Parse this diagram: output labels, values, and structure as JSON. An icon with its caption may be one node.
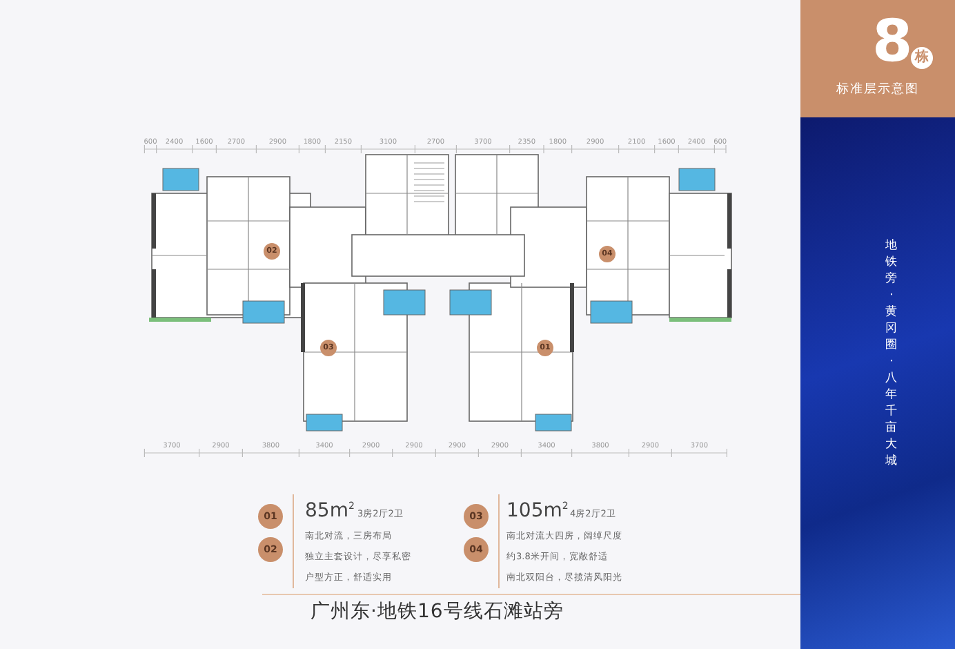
{
  "diagram": {
    "caption": "广州东·地铁16号线石滩站旁",
    "nodes": [
      {
        "text": [
          "8",
          "栋",
          "标准层示意图"
        ]
      },
      {
        "text": [
          "02"
        ]
      },
      {
        "text": [
          "03"
        ]
      },
      {
        "text": [
          "01"
        ]
      },
      {
        "text": [
          "04"
        ]
      },
      {
        "text": [
          "01"
        ]
      },
      {
        "text": [
          "02"
        ]
      },
      {
        "text": [
          "03"
        ]
      },
      {
        "text": [
          "04"
        ]
      }
    ],
    "labels": [
      "地铁旁·黄冈圈·八年千亩大城",
      "600",
      "2400",
      "1600",
      "2700",
      "2900",
      "1800",
      "2150",
      "3100",
      "2700",
      "3700",
      "2350",
      "1800",
      "2900",
      "2100",
      "1600",
      "2400",
      "600",
      "3700",
      "2900",
      "3800",
      "3400",
      "2900",
      "2900",
      "2900",
      "2900",
      "3400",
      "3800",
      "2900",
      "3700",
      "85m$^{2}$",
      "3房2厅2卫",
      "南北对流，三房布局",
      "独立主套设计，尽享私密",
      "户型方正，舒适实用",
      "105m$^{2}$",
      "4房2厅2卫",
      "南北对流大四房，阔绰尺度",
      "约3.8米开间，宽敞舒适",
      "南北双阳台，尽揽清风阳光"
    ]
  }
}
